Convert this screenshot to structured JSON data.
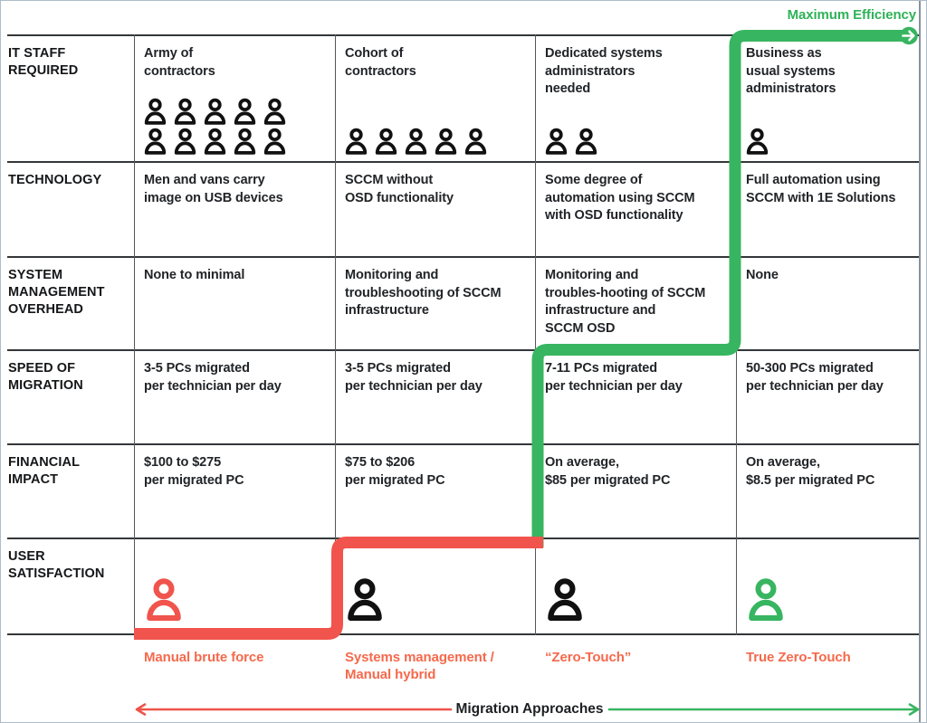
{
  "title": "PC migration approaches comparison matrix",
  "colors": {
    "green": "#38b560",
    "red": "#f0544c",
    "orange_label": "#f5694c",
    "ink": "#1b1d1f",
    "grid_dark": "#33373a",
    "page_edge_gray": "#87929a",
    "frame_border": "#aebdc9"
  },
  "header": {
    "efficiency_label": "Maximum Efficiency"
  },
  "footer": {
    "axis_label": "Migration Approaches"
  },
  "approaches": [
    {
      "label": "Manual brute force"
    },
    {
      "label": "Systems management /\nManual hybrid"
    },
    {
      "label": "“Zero-Touch”"
    },
    {
      "label": "True Zero-Touch"
    }
  ],
  "rows": [
    {
      "label": "IT STAFF\nREQUIRED",
      "cells": [
        {
          "text": "Army of\ncontractors",
          "people": 10,
          "people_size": "sm",
          "icon_color": "#111111"
        },
        {
          "text": "Cohort of\ncontractors",
          "people": 5,
          "people_size": "sm",
          "icon_color": "#111111"
        },
        {
          "text": "Dedicated systems\nadministrators\nneeded",
          "people": 2,
          "people_size": "sm",
          "icon_color": "#111111"
        },
        {
          "text": "Business as\nusual systems\nadministrators",
          "people": 1,
          "people_size": "sm",
          "icon_color": "#111111"
        }
      ]
    },
    {
      "label": "TECHNOLOGY",
      "cells": [
        {
          "text": "Men and vans carry\nimage on USB devices"
        },
        {
          "text": "SCCM without\nOSD functionality"
        },
        {
          "text": "Some degree of\nautomation using SCCM\nwith OSD functionality"
        },
        {
          "text": "Full automation using\nSCCM with 1E Solutions"
        }
      ]
    },
    {
      "label": "SYSTEM\nMANAGEMENT\nOVERHEAD",
      "cells": [
        {
          "text": "None to minimal"
        },
        {
          "text": "Monitoring and\ntroubleshooting of SCCM\ninfrastructure"
        },
        {
          "text": "Monitoring and\ntroubles-hooting of SCCM\ninfrastructure and\nSCCM OSD"
        },
        {
          "text": "None"
        }
      ]
    },
    {
      "label": "SPEED OF\nMIGRATION",
      "cells": [
        {
          "text": "3-5 PCs migrated\nper technician per day"
        },
        {
          "text": "3-5 PCs migrated\nper technician per day"
        },
        {
          "text": "7-11 PCs migrated\nper technician per day"
        },
        {
          "text": "50-300 PCs migrated\nper technician per day"
        }
      ]
    },
    {
      "label": "FINANCIAL\nIMPACT",
      "cells": [
        {
          "text": "$100 to $275\nper migrated PC"
        },
        {
          "text": "$75 to $206\nper migrated PC"
        },
        {
          "text": "On average,\n$85 per migrated PC"
        },
        {
          "text": "On average,\n$8.5 per migrated PC"
        }
      ]
    },
    {
      "label": "USER\nSATISFACTION",
      "cells": [
        {
          "text": "",
          "people": 1,
          "people_size": "lg",
          "icon_color": "#f0544c"
        },
        {
          "text": "",
          "people": 1,
          "people_size": "lg",
          "icon_color": "#111111"
        },
        {
          "text": "",
          "people": 1,
          "people_size": "lg",
          "icon_color": "#111111"
        },
        {
          "text": "",
          "people": 1,
          "people_size": "lg",
          "icon_color": "#38b560"
        }
      ]
    }
  ]
}
